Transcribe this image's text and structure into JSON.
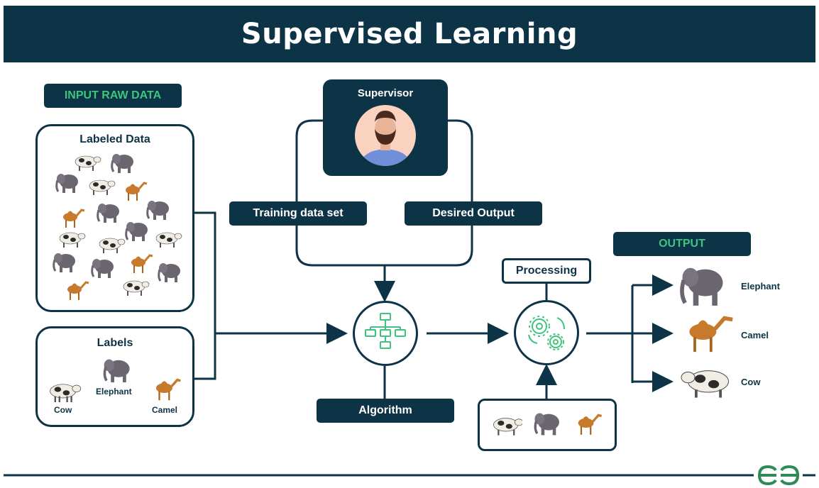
{
  "title": "Supervised Learning",
  "input_label": "INPUT RAW DATA",
  "labeled_data_title": "Labeled Data",
  "labels_box": {
    "title": "Labels",
    "cow": "Cow",
    "elephant": "Elephant",
    "camel": "Camel"
  },
  "supervisor": "Supervisor",
  "training_data_set": "Training data set",
  "desired_output": "Desired Output",
  "algorithm": "Algorithm",
  "processing": "Processing",
  "output_label": "OUTPUT",
  "outputs": {
    "elephant": "Elephant",
    "camel": "Camel",
    "cow": "Cow"
  },
  "colors": {
    "navy": "#0d3346",
    "green": "#3fc47f",
    "elephant": "#6b6570",
    "camel": "#c77a2c",
    "cow_spots": "#2b2b2b"
  },
  "icons": {
    "supervisor": "person-avatar-icon",
    "algorithm": "flowchart-icon",
    "processing": "gears-cycle-icon",
    "logo": "gfg-logo"
  }
}
